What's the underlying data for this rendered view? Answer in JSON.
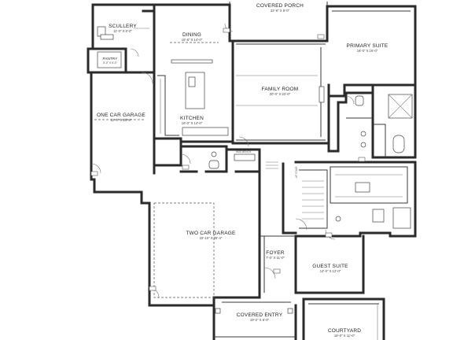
{
  "rooms": {
    "scullery": {
      "name": "SCULLERY",
      "dims": "11'-0\" X 8'-0\""
    },
    "dining": {
      "name": "DINING",
      "dims": "15'-8\" X 14'-0\""
    },
    "covered_porch": {
      "name": "COVERED PORCH",
      "dims": "22'-8\" X 9'-0\""
    },
    "primary_suite": {
      "name": "PRIMARY SUITE",
      "dims": "16'-0\" X 16'-0\""
    },
    "pantry": {
      "name": "PANTRY",
      "dims": "5'-0\" X 5'-0\""
    },
    "family_room": {
      "name": "FAMILY ROOM",
      "dims": "20'-0\" X 22'-0\""
    },
    "one_car_garage": {
      "name": "ONE CAR GARAGE",
      "dims": "12'-0\" X 25'-8\""
    },
    "kitchen": {
      "name": "KITCHEN",
      "dims": "16'-0\" X 14'-0\""
    },
    "two_car_garage": {
      "name": "TWO CAR GARAGE",
      "dims": "22'-10\" X 25'-4\""
    },
    "foyer": {
      "name": "FOYER",
      "dims": "7'-0\" X 11'-0\""
    },
    "guest_suite": {
      "name": "GUEST SUITE",
      "dims": "14'-0\" X 12'-0\""
    },
    "covered_entry": {
      "name": "COVERED ENTRY",
      "dims": "19'-2\" X 6'-0\""
    },
    "courtyard": {
      "name": "COURTYARD",
      "dims": "18'-0\" X 11'-0\""
    }
  },
  "notes": {
    "mud_bench": "MUD BENCH",
    "up_stair": "UP STAIR"
  }
}
